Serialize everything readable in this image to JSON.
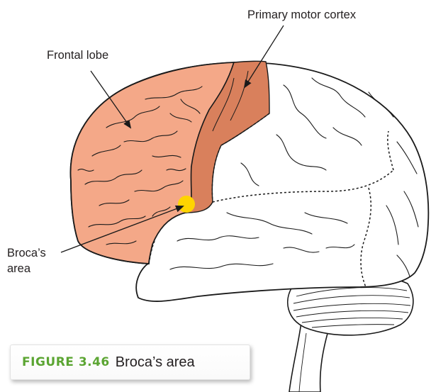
{
  "labels": {
    "primary_motor_cortex": "Primary motor cortex",
    "frontal_lobe": "Frontal lobe",
    "brocas_area_line1": "Broca’s",
    "brocas_area_line2": "area"
  },
  "caption": {
    "number": "FIGURE 3.46",
    "title": "Broca’s area"
  },
  "colors": {
    "frontal_lobe_fill": "#f4a888",
    "motor_cortex_fill": "#d9805c",
    "brocas_area_fill": "#ffd400",
    "outline": "#1a1a1a",
    "caption_accent": "#5ba532"
  }
}
